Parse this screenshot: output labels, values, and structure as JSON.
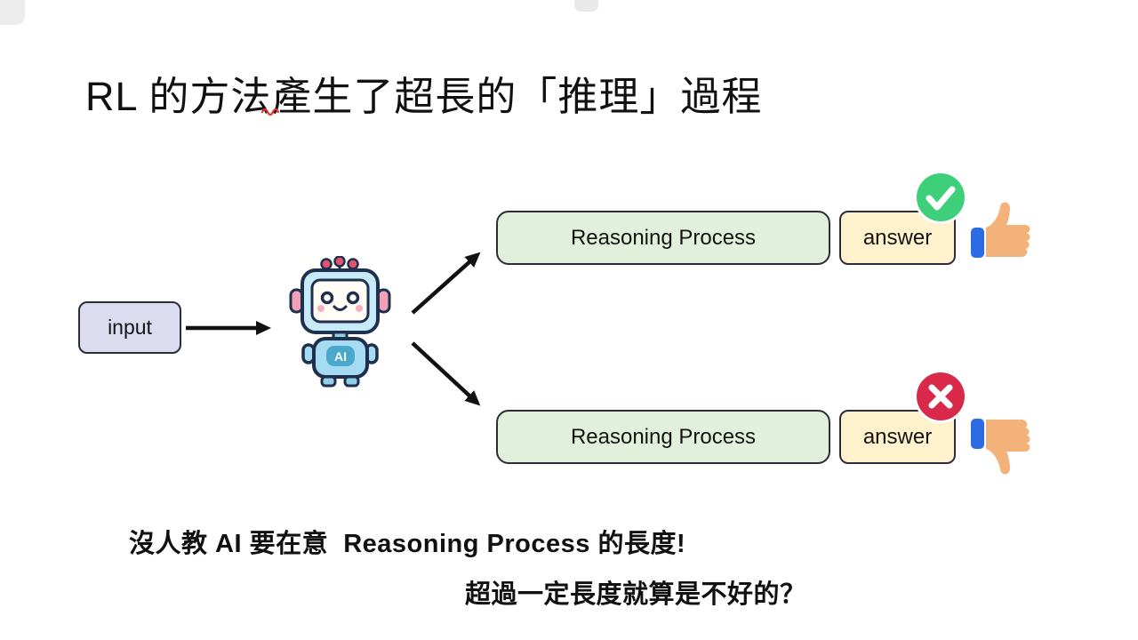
{
  "title": {
    "text": "RL 的方法產生了超長的「推理」過程"
  },
  "diagram": {
    "input_label": "input",
    "robot_label": "AI",
    "branches": [
      {
        "reasoning_label": "Reasoning Process",
        "answer_label": "answer",
        "verdict": "correct",
        "verdict_icon": "check-icon",
        "reaction_icon": "thumbs-up-icon"
      },
      {
        "reasoning_label": "Reasoning Process",
        "answer_label": "answer",
        "verdict": "incorrect",
        "verdict_icon": "cross-icon",
        "reaction_icon": "thumbs-down-icon"
      }
    ]
  },
  "captions": {
    "line1": "沒人教 AI 要在意  Reasoning Process 的長度!",
    "line2": "超過一定長度就算是不好的？"
  },
  "colors": {
    "input_fill": "#dbdcf0",
    "reasoning_fill": "#e2efda",
    "answer_fill": "#fff2cc",
    "outline": "#2d2d3a",
    "check_green": "#3ecf7a",
    "cross_red": "#d8294b",
    "thumb_skin": "#f3b27a",
    "thumb_sleeve": "#2d6be4",
    "robot_blue": "#c7eaf8",
    "squiggle_red": "#e03131"
  }
}
